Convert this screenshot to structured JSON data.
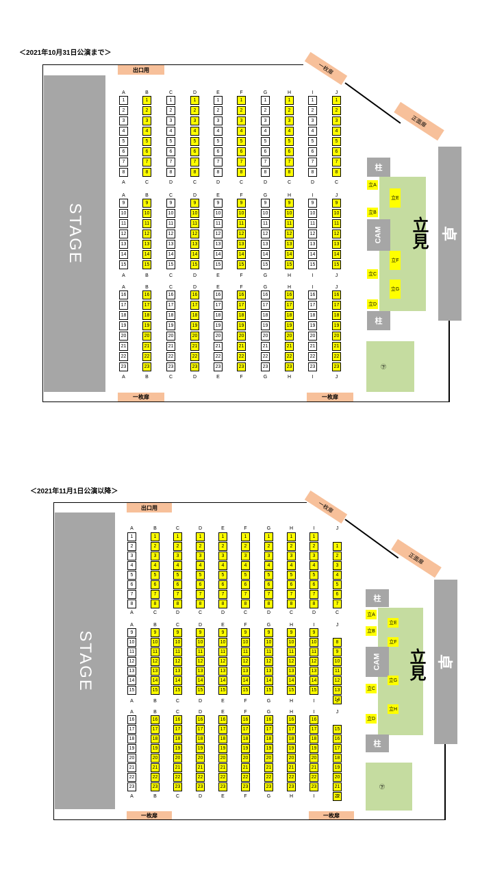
{
  "maps": [
    {
      "title": "＜2021年10月31日公演まで＞",
      "stage": "STAGE",
      "top_door": "出口用",
      "diag_door_1": "一枚扉",
      "diag_door_2": "正面扉",
      "bottom_door_left": "一枚扉",
      "bottom_door_right": "一枚扉",
      "pillar_top": "柱",
      "pillar_bottom": "柱",
      "cam": "CAM",
      "standing": "立見",
      "desk": "卓",
      "circle_mark": "㊦",
      "stand_spots": [
        "立A",
        "立B",
        "立C",
        "立D",
        "立E",
        "立F",
        "立G"
      ],
      "columns_top": [
        "A",
        "B",
        "C",
        "D",
        "E",
        "F",
        "G",
        "H",
        "I",
        "J"
      ],
      "columns_bottom": [
        "A",
        "C",
        "D",
        "C",
        "D",
        "C",
        "D",
        "C",
        "D",
        "C"
      ],
      "columns_block2_bottom": [
        "A",
        "B",
        "C",
        "D",
        "E",
        "F",
        "G",
        "H",
        "I",
        "J"
      ],
      "columns_block3_bottom": [
        "A",
        "B",
        "C",
        "D",
        "E",
        "F",
        "G",
        "H",
        "I",
        "J"
      ],
      "block1_rows": [
        "1",
        "2",
        "3",
        "4",
        "5",
        "6",
        "7",
        "8"
      ],
      "block2_rows": [
        "9",
        "10",
        "11",
        "12",
        "13",
        "14",
        "15"
      ],
      "block3_rows": [
        "16",
        "17",
        "18",
        "19",
        "20",
        "21",
        "22",
        "23"
      ],
      "yellow_columns": [
        1,
        3,
        5,
        7,
        9
      ],
      "yellow_colors": {
        "seat_sold": "#ffff00",
        "seat_free": "#ffffff"
      }
    },
    {
      "title": "＜2021年11月1日公演以降＞",
      "stage": "STAGE",
      "top_door": "出口用",
      "diag_door_1": "一枚扉",
      "diag_door_2": "正面扉",
      "bottom_door_left": "一枚扉",
      "bottom_door_right": "一枚扉",
      "pillar_top": "柱",
      "pillar_bottom": "柱",
      "cam": "CAM",
      "standing": "立見",
      "desk": "卓",
      "circle_mark": "㊦",
      "stand_spots": [
        "立A",
        "立B",
        "立C",
        "立D",
        "立E",
        "立F",
        "立G",
        "立H"
      ],
      "columns_top": [
        "A",
        "B",
        "C",
        "D",
        "E",
        "F",
        "G",
        "H",
        "I",
        "J"
      ],
      "columns_bottom": [
        "A",
        "C",
        "D",
        "C",
        "D",
        "C",
        "D",
        "C",
        "D",
        "C"
      ],
      "columns_block2_bottom": [
        "A",
        "B",
        "C",
        "D",
        "E",
        "F",
        "G",
        "H",
        "I",
        "J"
      ],
      "columns_block3_bottom": [
        "A",
        "B",
        "C",
        "D",
        "E",
        "F",
        "G",
        "H",
        "I",
        "J"
      ],
      "block1_rows": [
        "1",
        "2",
        "3",
        "4",
        "5",
        "6",
        "7",
        "8"
      ],
      "block2_rows": [
        "9",
        "10",
        "11",
        "12",
        "13",
        "14",
        "15"
      ],
      "block3_rows": [
        "16",
        "17",
        "18",
        "19",
        "20",
        "21",
        "22",
        "23"
      ],
      "col_J_rows_block1": [
        "1",
        "2",
        "3",
        "4",
        "5",
        "6",
        "7"
      ],
      "col_J_rows_block2": [
        "8",
        "9",
        "10",
        "11",
        "12",
        "13",
        "14"
      ],
      "col_J_rows_block3": [
        "15",
        "16",
        "17",
        "18",
        "19",
        "20",
        "21",
        "22"
      ],
      "yellow_colors": {
        "seat_sold": "#ffff00",
        "seat_free": "#ffffff"
      }
    }
  ]
}
